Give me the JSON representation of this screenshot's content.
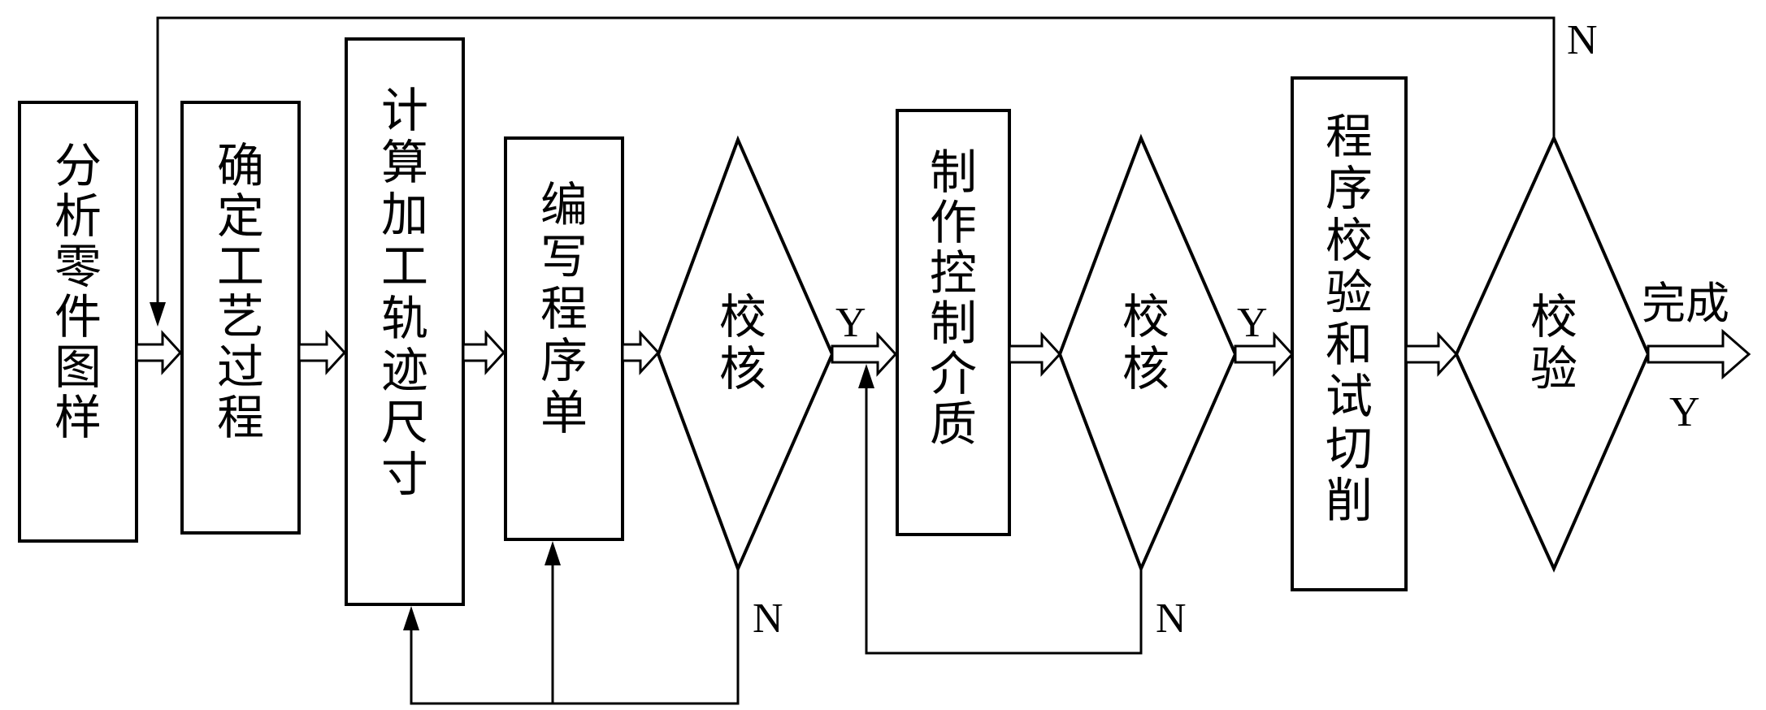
{
  "nodes": {
    "analyze": "分析零件图样",
    "process": "确定工艺过程",
    "calculate": "计算加工轨迹尺寸",
    "write": "编写程序单",
    "check1": "校核",
    "media": "制作控制介质",
    "check2": "校核",
    "trial": "程序校验和试切削",
    "verify": "校验"
  },
  "labels": {
    "yes1": "Y",
    "yes2": "Y",
    "yes3": "Y",
    "no1": "N",
    "no2": "N",
    "no3": "N",
    "done": "完成"
  }
}
